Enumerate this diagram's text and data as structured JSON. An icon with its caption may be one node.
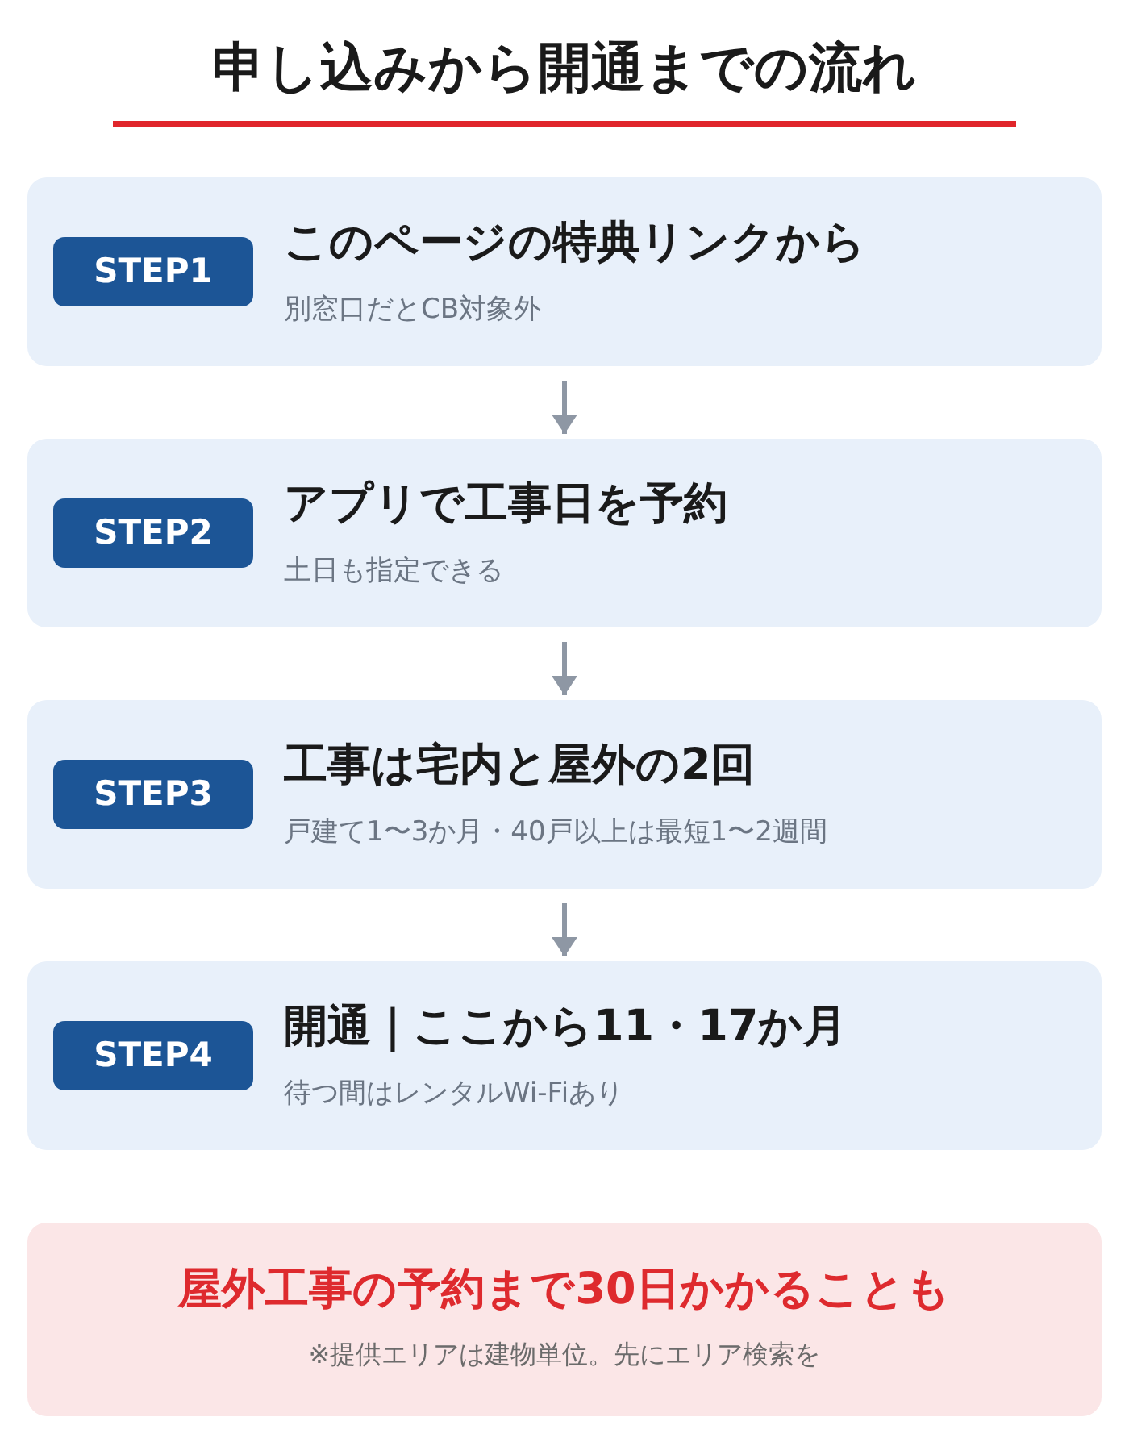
{
  "diagram": {
    "title": "申し込みから開通までの流れ",
    "nodes": [
      {
        "text": [
          "このページの特典リンクから",
          "別窓口だとCB対象外"
        ]
      },
      {
        "text": [
          "STEP1"
        ],
        "in": 0
      },
      {
        "text": [
          "アプリで工事日を予約",
          "土日も指定できる"
        ]
      },
      {
        "text": [
          "STEP2"
        ],
        "in": 2
      },
      {
        "text": [
          "工事は宅内と屋外の2回",
          "戸建て1〜3か月・40戸以上は最短1〜2週間"
        ]
      },
      {
        "text": [
          "STEP3"
        ],
        "in": 4
      },
      {
        "text": [
          "開通｜ここから11・17か月",
          "待つ間はレンタルWi-Fiあり"
        ]
      },
      {
        "text": [
          "STEP4"
        ],
        "in": 6
      },
      {
        "text": [
          "屋外工事の予約まで30日かかることも",
          "※提供エリアは建物単位。先にエリア検索を"
        ]
      }
    ],
    "edges": [
      {
        "from": 0,
        "to": 2,
        "arrow": "to"
      },
      {
        "from": 2,
        "to": 4,
        "arrow": "to"
      },
      {
        "from": 4,
        "to": 6,
        "arrow": "to"
      }
    ]
  }
}
